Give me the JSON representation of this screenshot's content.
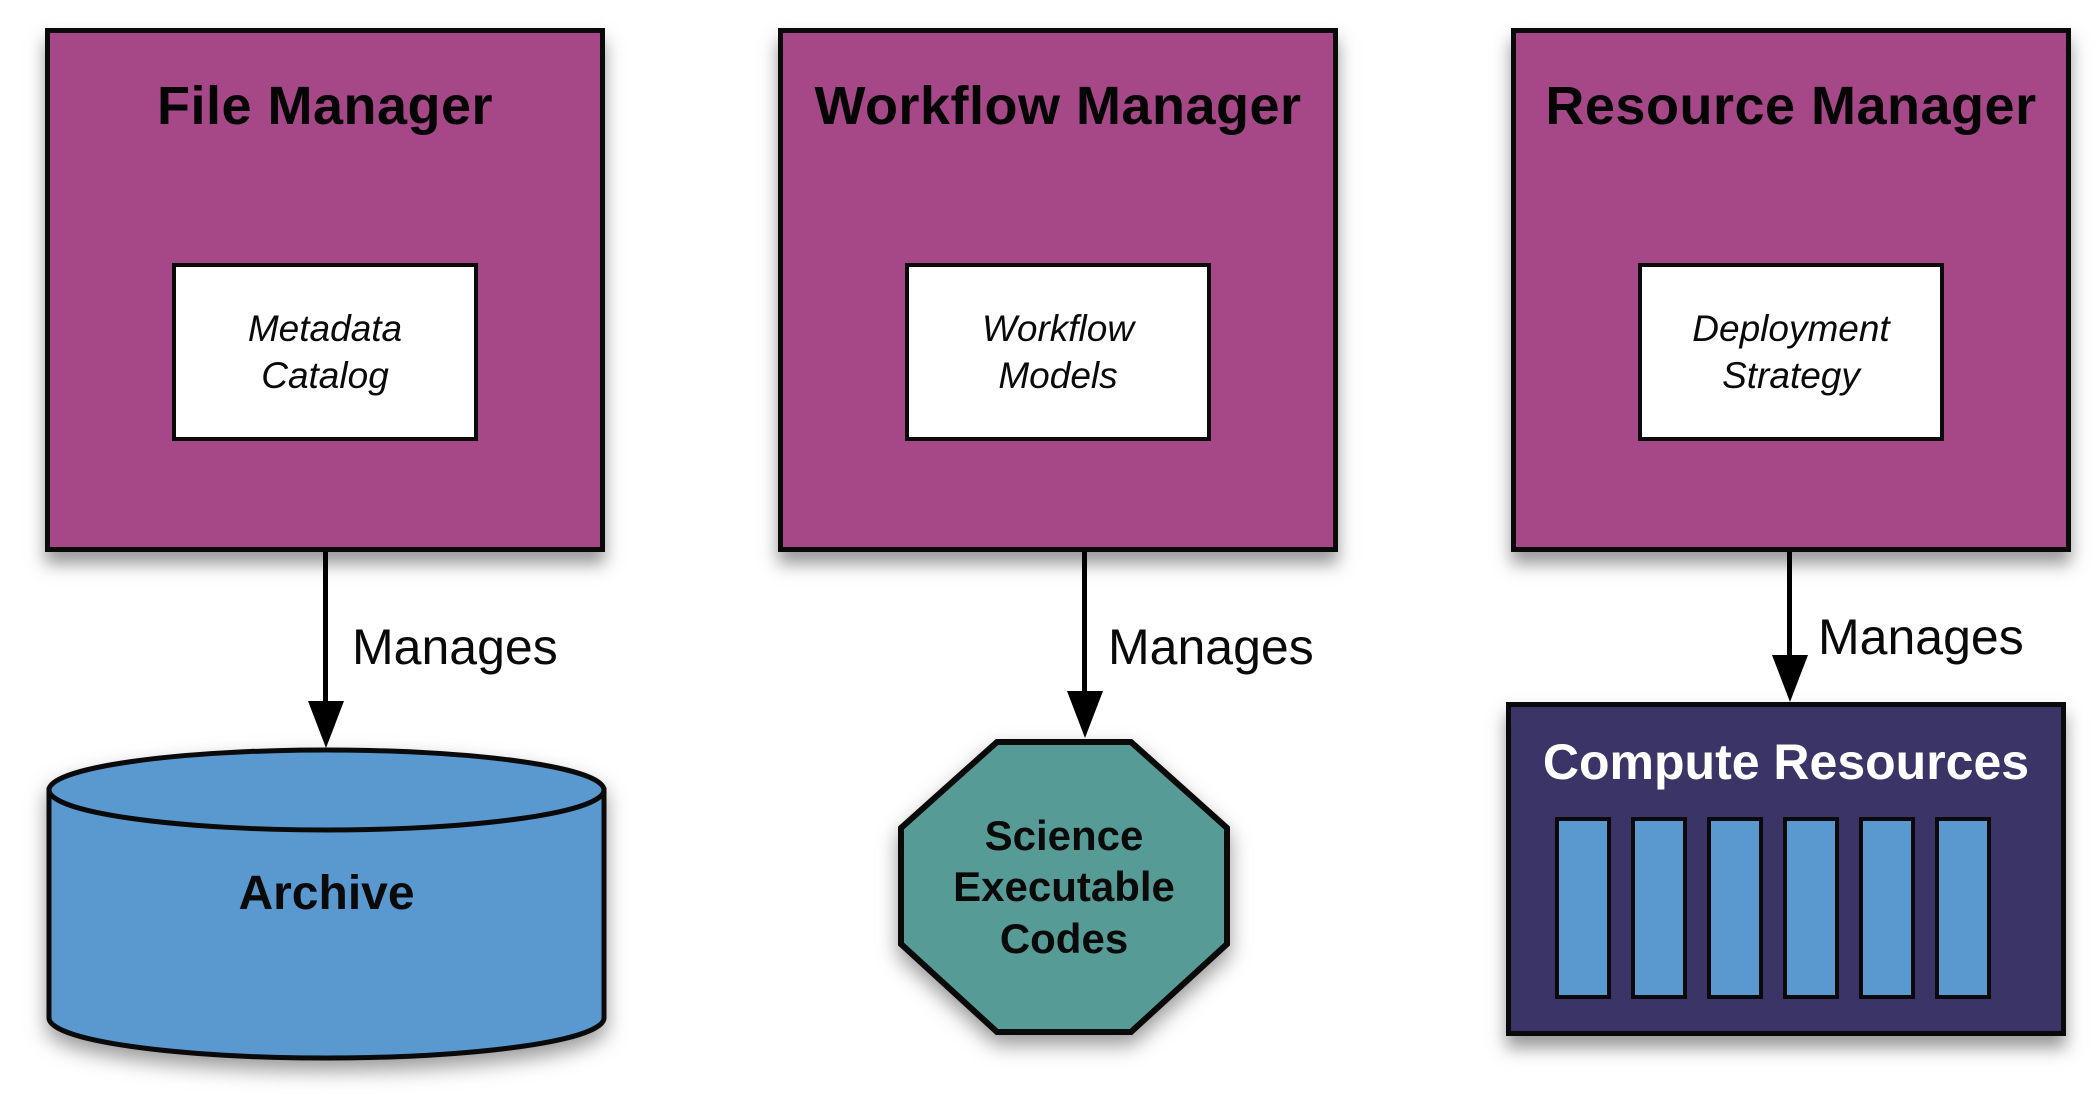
{
  "columns": [
    {
      "manager_title": "File Manager",
      "component_label": "Metadata Catalog",
      "edge_label": "Manages",
      "target_label": "Archive",
      "target_shape": "cylinder"
    },
    {
      "manager_title": "Workflow Manager",
      "component_label": "Workflow Models",
      "edge_label": "Manages",
      "target_label": "Science Executable Codes",
      "target_shape": "octagon"
    },
    {
      "manager_title": "Resource Manager",
      "component_label": "Deployment Strategy",
      "edge_label": "Manages",
      "target_label": "Compute Resources",
      "target_shape": "server-rack",
      "server_bar_count": 6
    }
  ],
  "colors": {
    "manager_fill": "#A64787",
    "cylinder_fill": "#5A99D0",
    "octagon_fill": "#579B97",
    "server_box_fill": "#3A3566",
    "server_bar_fill": "#5A99D0",
    "outline": "#0A0A0A",
    "label_text": "#000000",
    "server_title_text": "#FFFFFF"
  }
}
